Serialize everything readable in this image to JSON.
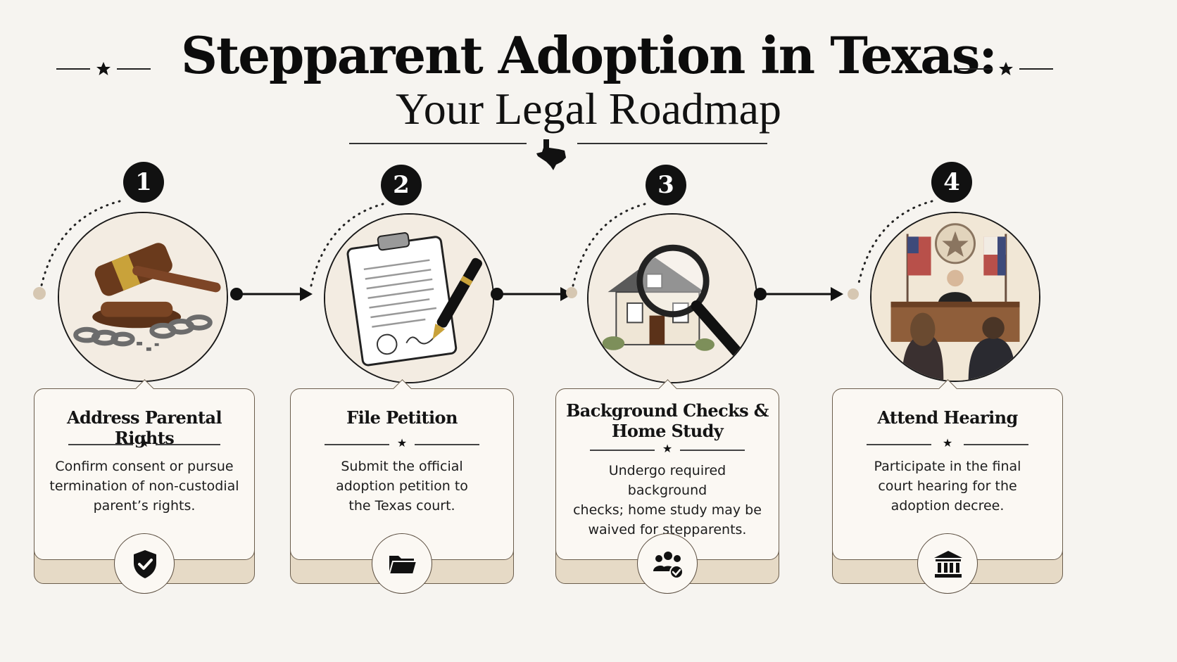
{
  "header": {
    "title": "Stepparent Adoption in Texas:",
    "subtitle": "Your Legal Roadmap"
  },
  "steps": [
    {
      "number": "1",
      "title_lines": [
        "Address Parental Rights"
      ],
      "description": "Confirm consent or pursue termination of non-custodial parent’s rights.",
      "description_lines": [
        "Confirm consent or pursue",
        "termination of non-custodial",
        "parent’s rights."
      ],
      "illustration": "gavel-broken-chain",
      "icon": "shield-check-icon"
    },
    {
      "number": "2",
      "title_lines": [
        "File Petition"
      ],
      "description": "Submit the official adoption petition to the Texas court.",
      "description_lines": [
        "Submit the official",
        "adoption petition to",
        "the Texas court."
      ],
      "illustration": "clipboard-petition-pen",
      "icon": "folder-icon"
    },
    {
      "number": "3",
      "title_lines": [
        "Background Checks &",
        "Home Study"
      ],
      "description": "Undergo required background checks; home study may be waived for stepparents.",
      "description_lines": [
        "Undergo required background",
        "checks; home study may be",
        "waived for stepparents."
      ],
      "illustration": "house-magnifying-glass",
      "icon": "people-check-icon"
    },
    {
      "number": "4",
      "title_lines": [
        "Attend Hearing"
      ],
      "description": "Participate in the final court hearing for the adoption decree.",
      "description_lines": [
        "Participate in the final",
        "court hearing for the",
        "adoption decree."
      ],
      "illustration": "courtroom-judge",
      "icon": "courthouse-icon"
    }
  ],
  "colors": {
    "background": "#f6f4f0",
    "ink": "#111111",
    "card_fill": "#fbf8f3",
    "card_base": "#e6dac6",
    "card_border": "#6b5d4c",
    "dot_accent": "#d6c7b2"
  }
}
